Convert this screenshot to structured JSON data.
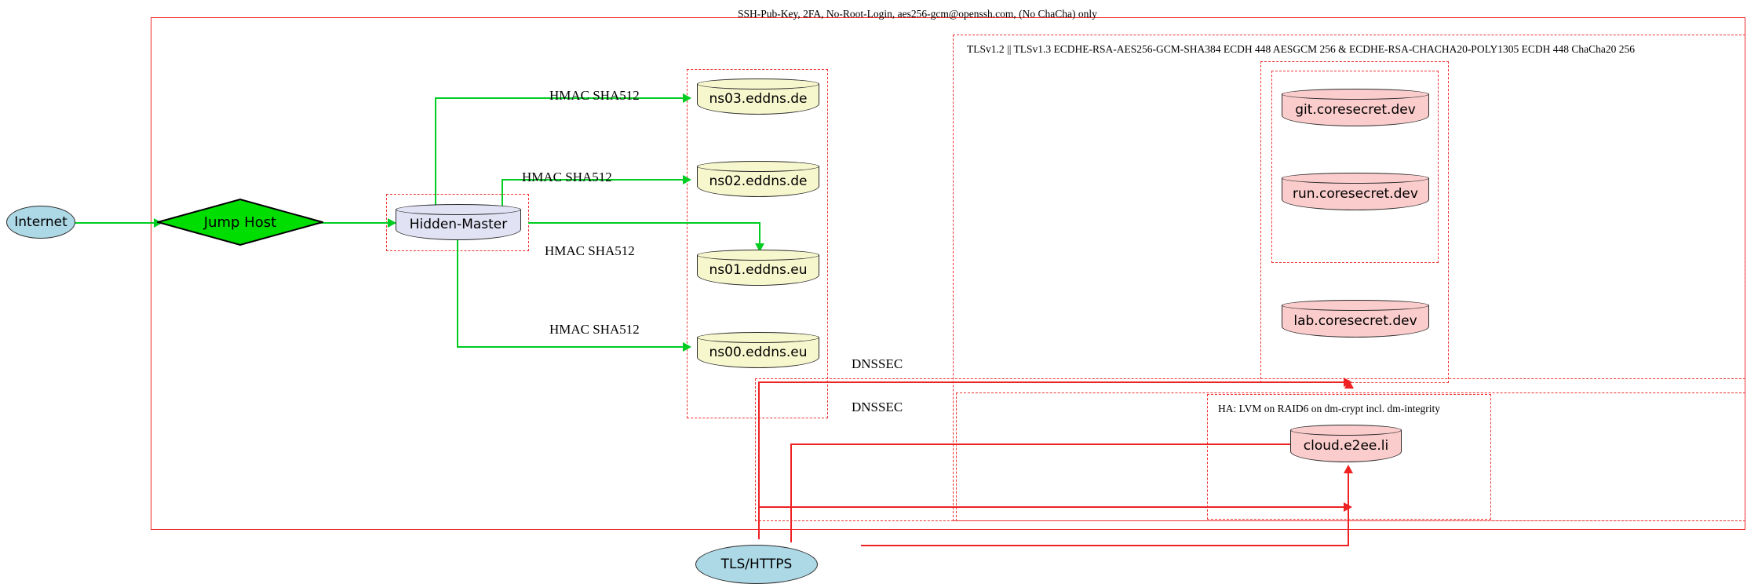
{
  "diagram": {
    "title_note": "SSH-Pub-Key, 2FA, No-Root-Login, aes256-gcm@openssh.com, (No ChaCha) only",
    "colors": {
      "ssh_edge": "#00cc22",
      "tls_edge": "#ee2222",
      "cluster_border": "#ee3333",
      "dns_node_fill": "#f7f7ce",
      "master_node_fill": "#e2e2f5",
      "service_node_fill": "#fbcccc",
      "endpoint_fill": "#add8e6",
      "jump_host_fill": "#00dd00"
    }
  },
  "clusters": {
    "ssh_perimeter": {
      "label": "SSH-Pub-Key, 2FA, No-Root-Login, aes256-gcm@openssh.com, (No ChaCha) only"
    },
    "tls_perimeter": {
      "label": "TLSv1.2 || TLSv1.3 ECDHE-RSA-AES256-GCM-SHA384 ECDH 448 AESGCM 256 & ECDHE-RSA-CHACHA20-POLY1305 ECDH 448 ChaCha20 256"
    },
    "ha_storage": {
      "label": "HA: LVM on RAID6 on dm-crypt incl. dm-integrity"
    },
    "hidden_master_zone": {
      "label": ""
    },
    "dns_zone": {
      "label": ""
    },
    "coresecret_zone": {
      "label": ""
    },
    "coresecret_inner_zone": {
      "label": ""
    },
    "dnssec_zone_a": {
      "label": ""
    },
    "dnssec_zone_b": {
      "label": ""
    }
  },
  "nodes": {
    "internet": {
      "label": "Internet",
      "shape": "ellipse",
      "fill": "#add8e6"
    },
    "jump_host": {
      "label": "Jump Host",
      "shape": "diamond",
      "fill": "#00dd00"
    },
    "hidden_master": {
      "label": "Hidden-Master",
      "shape": "cylinder",
      "fill": "#e2e2f5"
    },
    "ns03": {
      "label": "ns03.eddns.de",
      "shape": "cylinder",
      "fill": "#f7f7ce"
    },
    "ns02": {
      "label": "ns02.eddns.de",
      "shape": "cylinder",
      "fill": "#f7f7ce"
    },
    "ns01": {
      "label": "ns01.eddns.eu",
      "shape": "cylinder",
      "fill": "#f7f7ce"
    },
    "ns00": {
      "label": "ns00.eddns.eu",
      "shape": "cylinder",
      "fill": "#f7f7ce"
    },
    "git": {
      "label": "git.coresecret.dev",
      "shape": "cylinder",
      "fill": "#fbcccc"
    },
    "run": {
      "label": "run.coresecret.dev",
      "shape": "cylinder",
      "fill": "#fbcccc"
    },
    "lab": {
      "label": "lab.coresecret.dev",
      "shape": "cylinder",
      "fill": "#fbcccc"
    },
    "cloud": {
      "label": "cloud.e2ee.li",
      "shape": "cylinder",
      "fill": "#fbcccc"
    },
    "tls_https": {
      "label": "TLS/HTTPS",
      "shape": "ellipse",
      "fill": "#add8e6"
    }
  },
  "edge_labels": {
    "hmac_ns03": "HMAC SHA512",
    "hmac_ns02": "HMAC SHA512",
    "hmac_ns01": "HMAC SHA512",
    "hmac_ns00": "HMAC SHA512",
    "dnssec_upper": "DNSSEC",
    "dnssec_lower": "DNSSEC"
  }
}
